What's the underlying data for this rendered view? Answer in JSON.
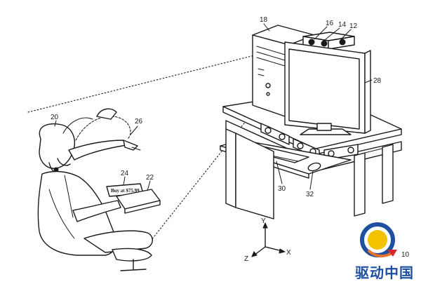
{
  "figure": {
    "reference_numerals": {
      "console": "18",
      "camera_left": "16",
      "camera_mid": "14",
      "camera_right": "12",
      "monitor": "28",
      "user": "20",
      "gesture": "26",
      "sign": "24",
      "table": "22",
      "keyboard": "30",
      "mouse": "32",
      "watermark_ref": "10"
    },
    "sign_text": "Buy at $75.99",
    "axes": {
      "y": "Y",
      "x": "X",
      "z": "Z"
    }
  },
  "watermark": {
    "text": "驱动中国",
    "colors": {
      "blue": "#1f4fa0",
      "orange": "#e8732a",
      "red": "#d8262f"
    }
  }
}
